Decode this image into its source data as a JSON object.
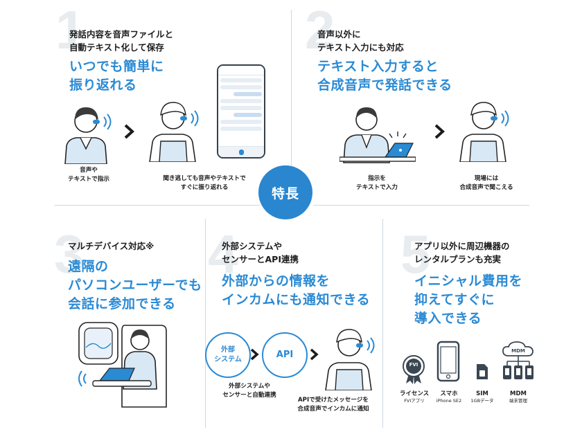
{
  "center": {
    "label": "特長"
  },
  "features": [
    {
      "number": "1",
      "heading": [
        "発話内容を音声ファイルと",
        "自動テキスト化して保存"
      ],
      "highlight": [
        "いつでも簡単に",
        "振り返れる"
      ],
      "captions": {
        "left": [
          "音声や",
          "テキストで指示"
        ],
        "right": [
          "聞き逃しても音声やテキストで",
          "すぐに振り返れる"
        ]
      }
    },
    {
      "number": "2",
      "heading": [
        "音声以外に",
        "テキスト入力にも対応"
      ],
      "highlight": [
        "テキスト入力すると",
        "合成音声で発話できる"
      ],
      "captions": {
        "left": [
          "指示を",
          "テキストで入力"
        ],
        "right": [
          "現場には",
          "合成音声で聞こえる"
        ]
      }
    },
    {
      "number": "3",
      "heading": [
        "マルチデバイス対応※"
      ],
      "highlight": [
        "遠隔の",
        "パソコンユーザーでも",
        "会話に参加できる"
      ]
    },
    {
      "number": "4",
      "heading": [
        "外部システムや",
        "センサーとAPI連携"
      ],
      "highlight": [
        "外部からの情報を",
        "インカムにも通知できる"
      ],
      "bubbles": {
        "external": "外部\nシステム",
        "api": "API"
      },
      "captions": {
        "left": [
          "外部システムや",
          "センサーと自動連携"
        ],
        "right": [
          "APIで受けたメッセージを",
          "合成音声でインカムに通知"
        ]
      }
    },
    {
      "number": "5",
      "heading": [
        "アプリ以外に周辺機器の",
        "レンタルプランも充実"
      ],
      "highlight": [
        "イニシャル費用を",
        "抑えてすぐに",
        "導入できる"
      ],
      "devices": [
        {
          "name": "ライセンス",
          "sub": "FVIアプリ",
          "badge": "FVI"
        },
        {
          "name": "スマホ",
          "sub": "iPhone SE2"
        },
        {
          "name": "SIM",
          "sub": "1GBデータ"
        },
        {
          "name": "MDM",
          "sub": "端末管理",
          "badge": "MDM"
        }
      ]
    }
  ],
  "colors": {
    "accent": "#2a8ad4",
    "divider": "#cfd8e2",
    "number": "#e9ecef"
  }
}
